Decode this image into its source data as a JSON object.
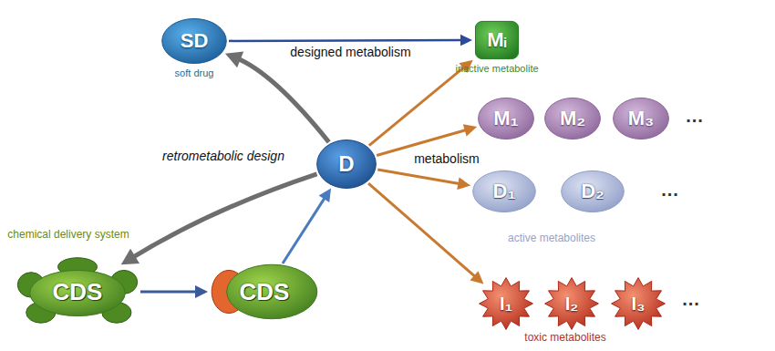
{
  "diagram": {
    "nodes": [
      {
        "text": [
          "SD",
          "soft drug"
        ]
      },
      {
        "text": [
          "Mᵢ",
          "inactive metabolite"
        ]
      },
      {
        "text": [
          "D"
        ]
      },
      {
        "text": [
          "M₁"
        ]
      },
      {
        "text": [
          "M₂"
        ]
      },
      {
        "text": [
          "M₃"
        ]
      },
      {
        "text": [
          "D₁"
        ]
      },
      {
        "text": [
          "D₂"
        ]
      },
      {
        "text": [
          "I₁"
        ]
      },
      {
        "text": [
          "I₂"
        ]
      },
      {
        "text": [
          "I₃"
        ]
      },
      {
        "text": [
          "CDS"
        ]
      },
      {
        "text": [
          "CDS"
        ]
      }
    ],
    "edges": [
      {
        "from": 0,
        "to": 1,
        "arrow": "to",
        "label": "designed metabolism"
      },
      {
        "from": 2,
        "to": 0,
        "arrow": "to"
      },
      {
        "from": 2,
        "to": 11,
        "arrow": "to"
      },
      {
        "from": 11,
        "to": 12,
        "arrow": "to"
      },
      {
        "from": 12,
        "to": 2,
        "arrow": "to"
      },
      {
        "from": 2,
        "to": 1,
        "arrow": "to"
      },
      {
        "from": 2,
        "to": 3,
        "arrow": "to"
      },
      {
        "from": 2,
        "to": 6,
        "arrow": "to"
      },
      {
        "from": 2,
        "to": 8,
        "arrow": "to"
      }
    ],
    "labels": [
      "retrometabolic design",
      "chemical delivery system",
      "metabolism",
      "active metabolites",
      "toxic metabolites",
      "...",
      "...",
      "..."
    ]
  }
}
